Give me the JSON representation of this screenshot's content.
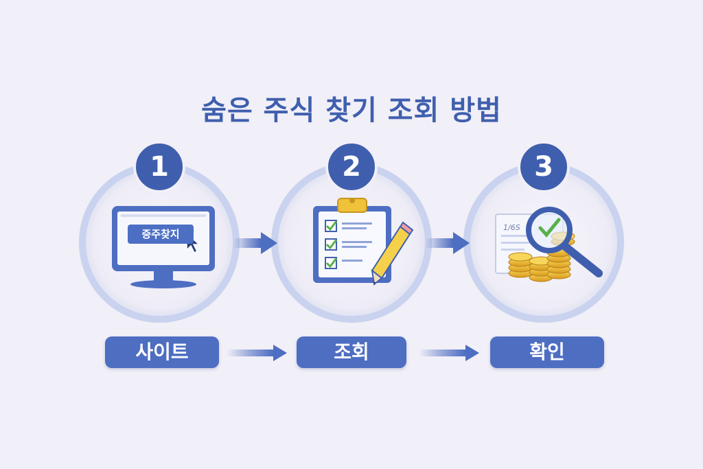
{
  "title": "숨은 주식 찾기 조회 방법",
  "steps": [
    {
      "number": "1",
      "label": "사이트",
      "icon": "monitor-search-icon",
      "screen_text": "증주찾지"
    },
    {
      "number": "2",
      "label": "조회",
      "icon": "clipboard-checklist-icon"
    },
    {
      "number": "3",
      "label": "확인",
      "icon": "coins-magnifier-icon",
      "doc_text": "1/6S"
    }
  ],
  "colors": {
    "background": "#f1eff7",
    "primary": "#4e6ec2",
    "dark": "#3f5fae",
    "ring": "#c9d2ee",
    "check": "#58b04a",
    "coin": "#f0c23a",
    "pencil": "#f5d04a"
  }
}
